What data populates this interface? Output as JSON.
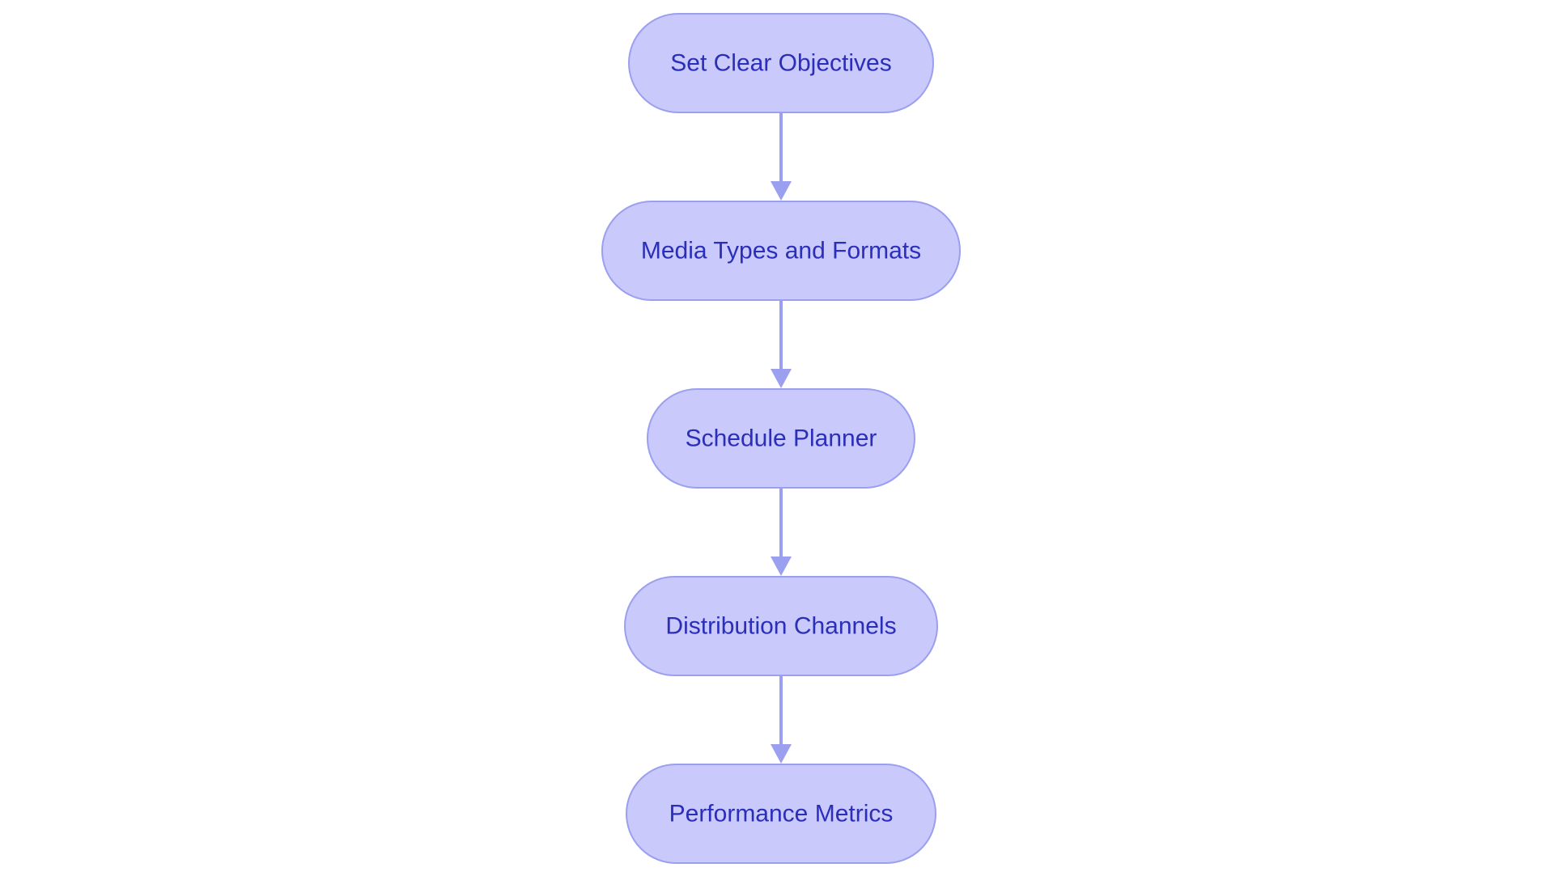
{
  "diagram": {
    "type": "flowchart",
    "direction": "top-to-bottom",
    "nodes": [
      {
        "id": "n1",
        "label": "Set Clear Objectives"
      },
      {
        "id": "n2",
        "label": "Media Types and Formats"
      },
      {
        "id": "n3",
        "label": "Schedule Planner"
      },
      {
        "id": "n4",
        "label": "Distribution Channels"
      },
      {
        "id": "n5",
        "label": "Performance Metrics"
      }
    ],
    "edges": [
      {
        "from": "n1",
        "to": "n2"
      },
      {
        "from": "n2",
        "to": "n3"
      },
      {
        "from": "n3",
        "to": "n4"
      },
      {
        "from": "n4",
        "to": "n5"
      }
    ],
    "colors": {
      "node_fill": "#C9C9FB",
      "node_border": "#9B9FEF",
      "text": "#2B2FB8",
      "arrow": "#9B9FEF",
      "background": "#FFFFFF"
    }
  }
}
